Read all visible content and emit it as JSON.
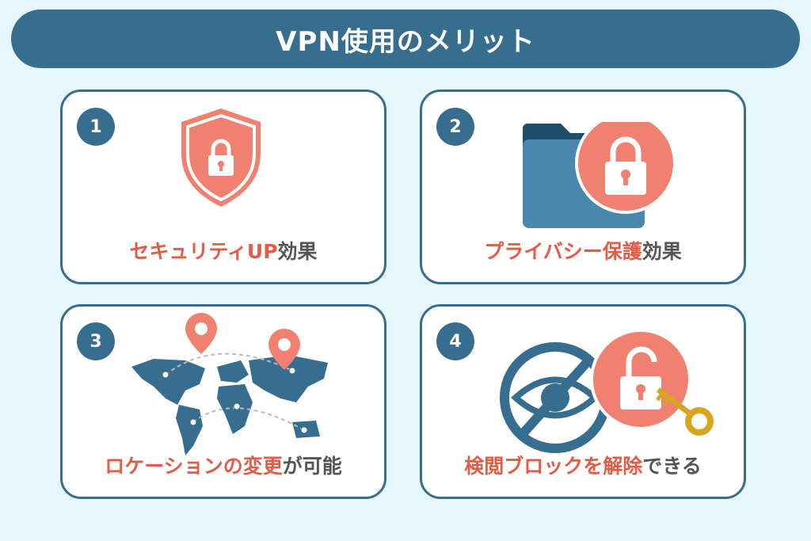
{
  "title": "VPN使用のメリット",
  "cards": [
    {
      "number": "1",
      "highlight": "セキュリティUP",
      "rest": "効果",
      "icon": "shield-lock-icon"
    },
    {
      "number": "2",
      "highlight": "プライバシー保護",
      "rest": "効果",
      "icon": "folder-lock-icon"
    },
    {
      "number": "3",
      "highlight": "ロケーションの変更",
      "rest": "が可能",
      "icon": "world-map-pin-icon"
    },
    {
      "number": "4",
      "highlight": "検閲ブロックを解除",
      "rest": "できる",
      "icon": "unlock-eye-key-icon"
    }
  ],
  "colors": {
    "primary": "#376d8e",
    "accent": "#f08070",
    "highlight_text": "#e45c45",
    "background": "#e6f8fd"
  }
}
